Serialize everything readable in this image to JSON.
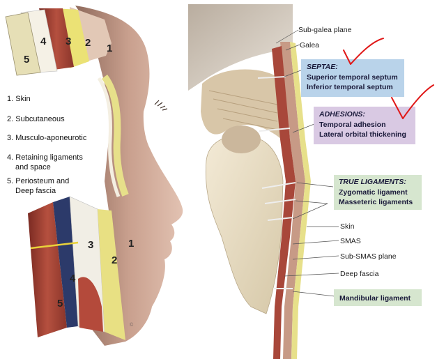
{
  "legend": [
    {
      "num": "1.",
      "text": "Skin"
    },
    {
      "num": "2.",
      "text": "Subcutaneous"
    },
    {
      "num": "3.",
      "text": "Musculo-aponeurotic"
    },
    {
      "num": "4.",
      "text": "Retaining ligaments"
    },
    {
      "num": "",
      "text": "and space"
    },
    {
      "num": "5.",
      "text": "Periosteum and"
    },
    {
      "num": "",
      "text": "Deep fascia"
    }
  ],
  "layer_numbers_upper": [
    "1",
    "2",
    "3",
    "4",
    "5"
  ],
  "layer_numbers_lower": [
    "1",
    "2",
    "3",
    "4",
    "5"
  ],
  "right_labels": {
    "sub_galea": "Sub-galea plane",
    "galea": "Galea",
    "skin": "Skin",
    "smas": "SMAS",
    "sub_smas": "Sub-SMAS plane",
    "deep_fascia": "Deep fascia"
  },
  "boxes": {
    "septae": {
      "heading": "SEPTAE:",
      "lines": [
        "Superior temporal septum",
        "Inferior temporal septum"
      ],
      "color": "#b9d3ea"
    },
    "adhesions": {
      "heading": "ADHESIONS:",
      "lines": [
        "Temporal adhesion",
        "Lateral orbital thickening"
      ],
      "color": "#d9c9e3"
    },
    "true_ligaments": {
      "heading": "TRUE LIGAMENTS:",
      "lines": [
        "Zygomatic ligament",
        "Masseteric ligaments"
      ],
      "color": "#d6e6cf"
    },
    "mandibular": {
      "heading": "",
      "lines": [
        "Mandibular ligament"
      ],
      "color": "#d6e6cf"
    }
  },
  "colors": {
    "skin": "#c79a86",
    "fat": "#e7e08a",
    "muscle": "#a8473a",
    "fascia": "#f2efe6",
    "check": "#e01818"
  }
}
